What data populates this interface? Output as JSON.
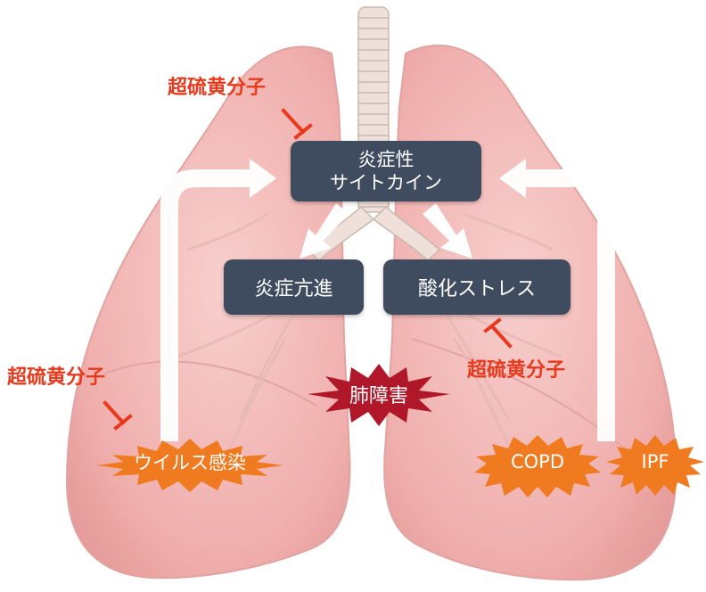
{
  "diagram": {
    "boxes": {
      "cytokine_line1": "炎症性",
      "cytokine_line2": "サイトカイン",
      "inflammation": "炎症亢進",
      "oxidative_stress": "酸化ストレス"
    },
    "inhibitor_labels": [
      "超硫黄分子",
      "超硫黄分子",
      "超硫黄分子"
    ],
    "bursts": {
      "lung_damage": "肺障害",
      "viral_infection": "ウイルス感染",
      "copd": "COPD",
      "ipf": "IPF"
    },
    "colors": {
      "box_fill": "#3f4b5e",
      "inhibitor_red": "#e8391d",
      "burst_orange": "#f07a20",
      "burst_crimson": "#b0182a",
      "lung_pink": "#f0b4b2",
      "arrow_white": "#ffffff"
    }
  }
}
